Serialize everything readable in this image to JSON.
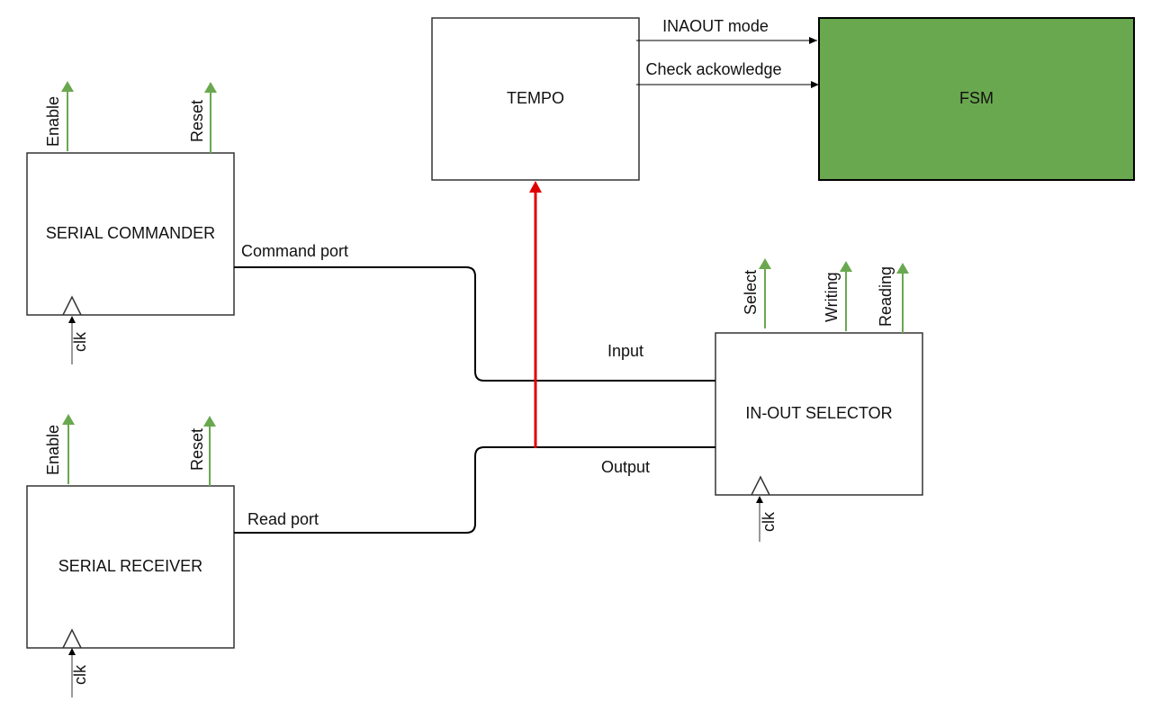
{
  "blocks": {
    "tempo": "TEMPO",
    "fsm": "FSM",
    "serial_commander": "SERIAL COMMANDER",
    "serial_receiver": "SERIAL RECEIVER",
    "inout_selector": "IN-OUT SELECTOR"
  },
  "signals": {
    "inaout_mode": "INAOUT mode",
    "check_ack": "Check ackowledge",
    "command_port": "Command port",
    "read_port": "Read port",
    "input": "Input",
    "output": "Output"
  },
  "pins": {
    "commander_enable": "Enable",
    "commander_reset": "Reset",
    "commander_clk": "clk",
    "receiver_enable": "Enable",
    "receiver_reset": "Reset",
    "receiver_clk": "clk",
    "selector_select": "Select",
    "selector_writing": "Writing",
    "selector_reading": "Reading",
    "selector_clk": "clk"
  },
  "colors": {
    "fsm_fill": "#6aa84f",
    "pin_arrow": "#6aa84f",
    "tempo_link": "#e00000",
    "line": "#000000"
  }
}
